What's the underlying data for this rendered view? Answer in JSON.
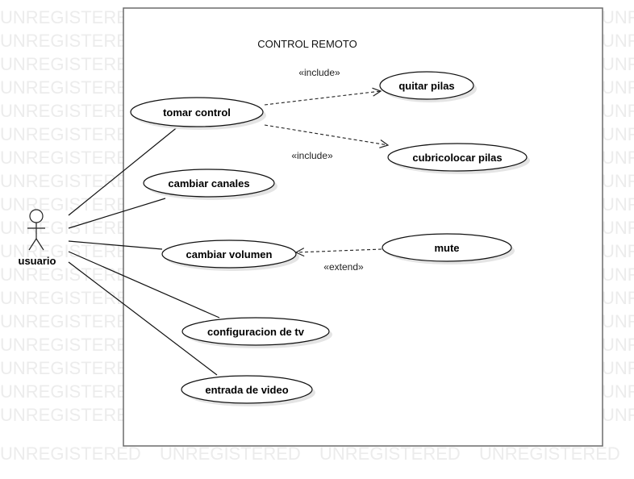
{
  "watermark": "UNREGISTERED",
  "diagram": {
    "title": "CONTROL REMOTO",
    "actor": "usuario",
    "use_cases": {
      "tomar_control": "tomar control",
      "quitar_pilas": "quitar pilas",
      "cubricolocar_pilas": "cubricolocar pilas",
      "cambiar_canales": "cambiar canales",
      "cambiar_volumen": "cambiar volumen",
      "mute": "mute",
      "configuracion_tv": "configuracion de tv",
      "entrada_video": "entrada de video"
    },
    "relations": {
      "include_1": "«include»",
      "include_2": "«include»",
      "extend": "«extend»"
    },
    "colors": {
      "border": "#6b6b6b",
      "watermark": "#ececec",
      "shadow": "#e4e4e4"
    }
  }
}
